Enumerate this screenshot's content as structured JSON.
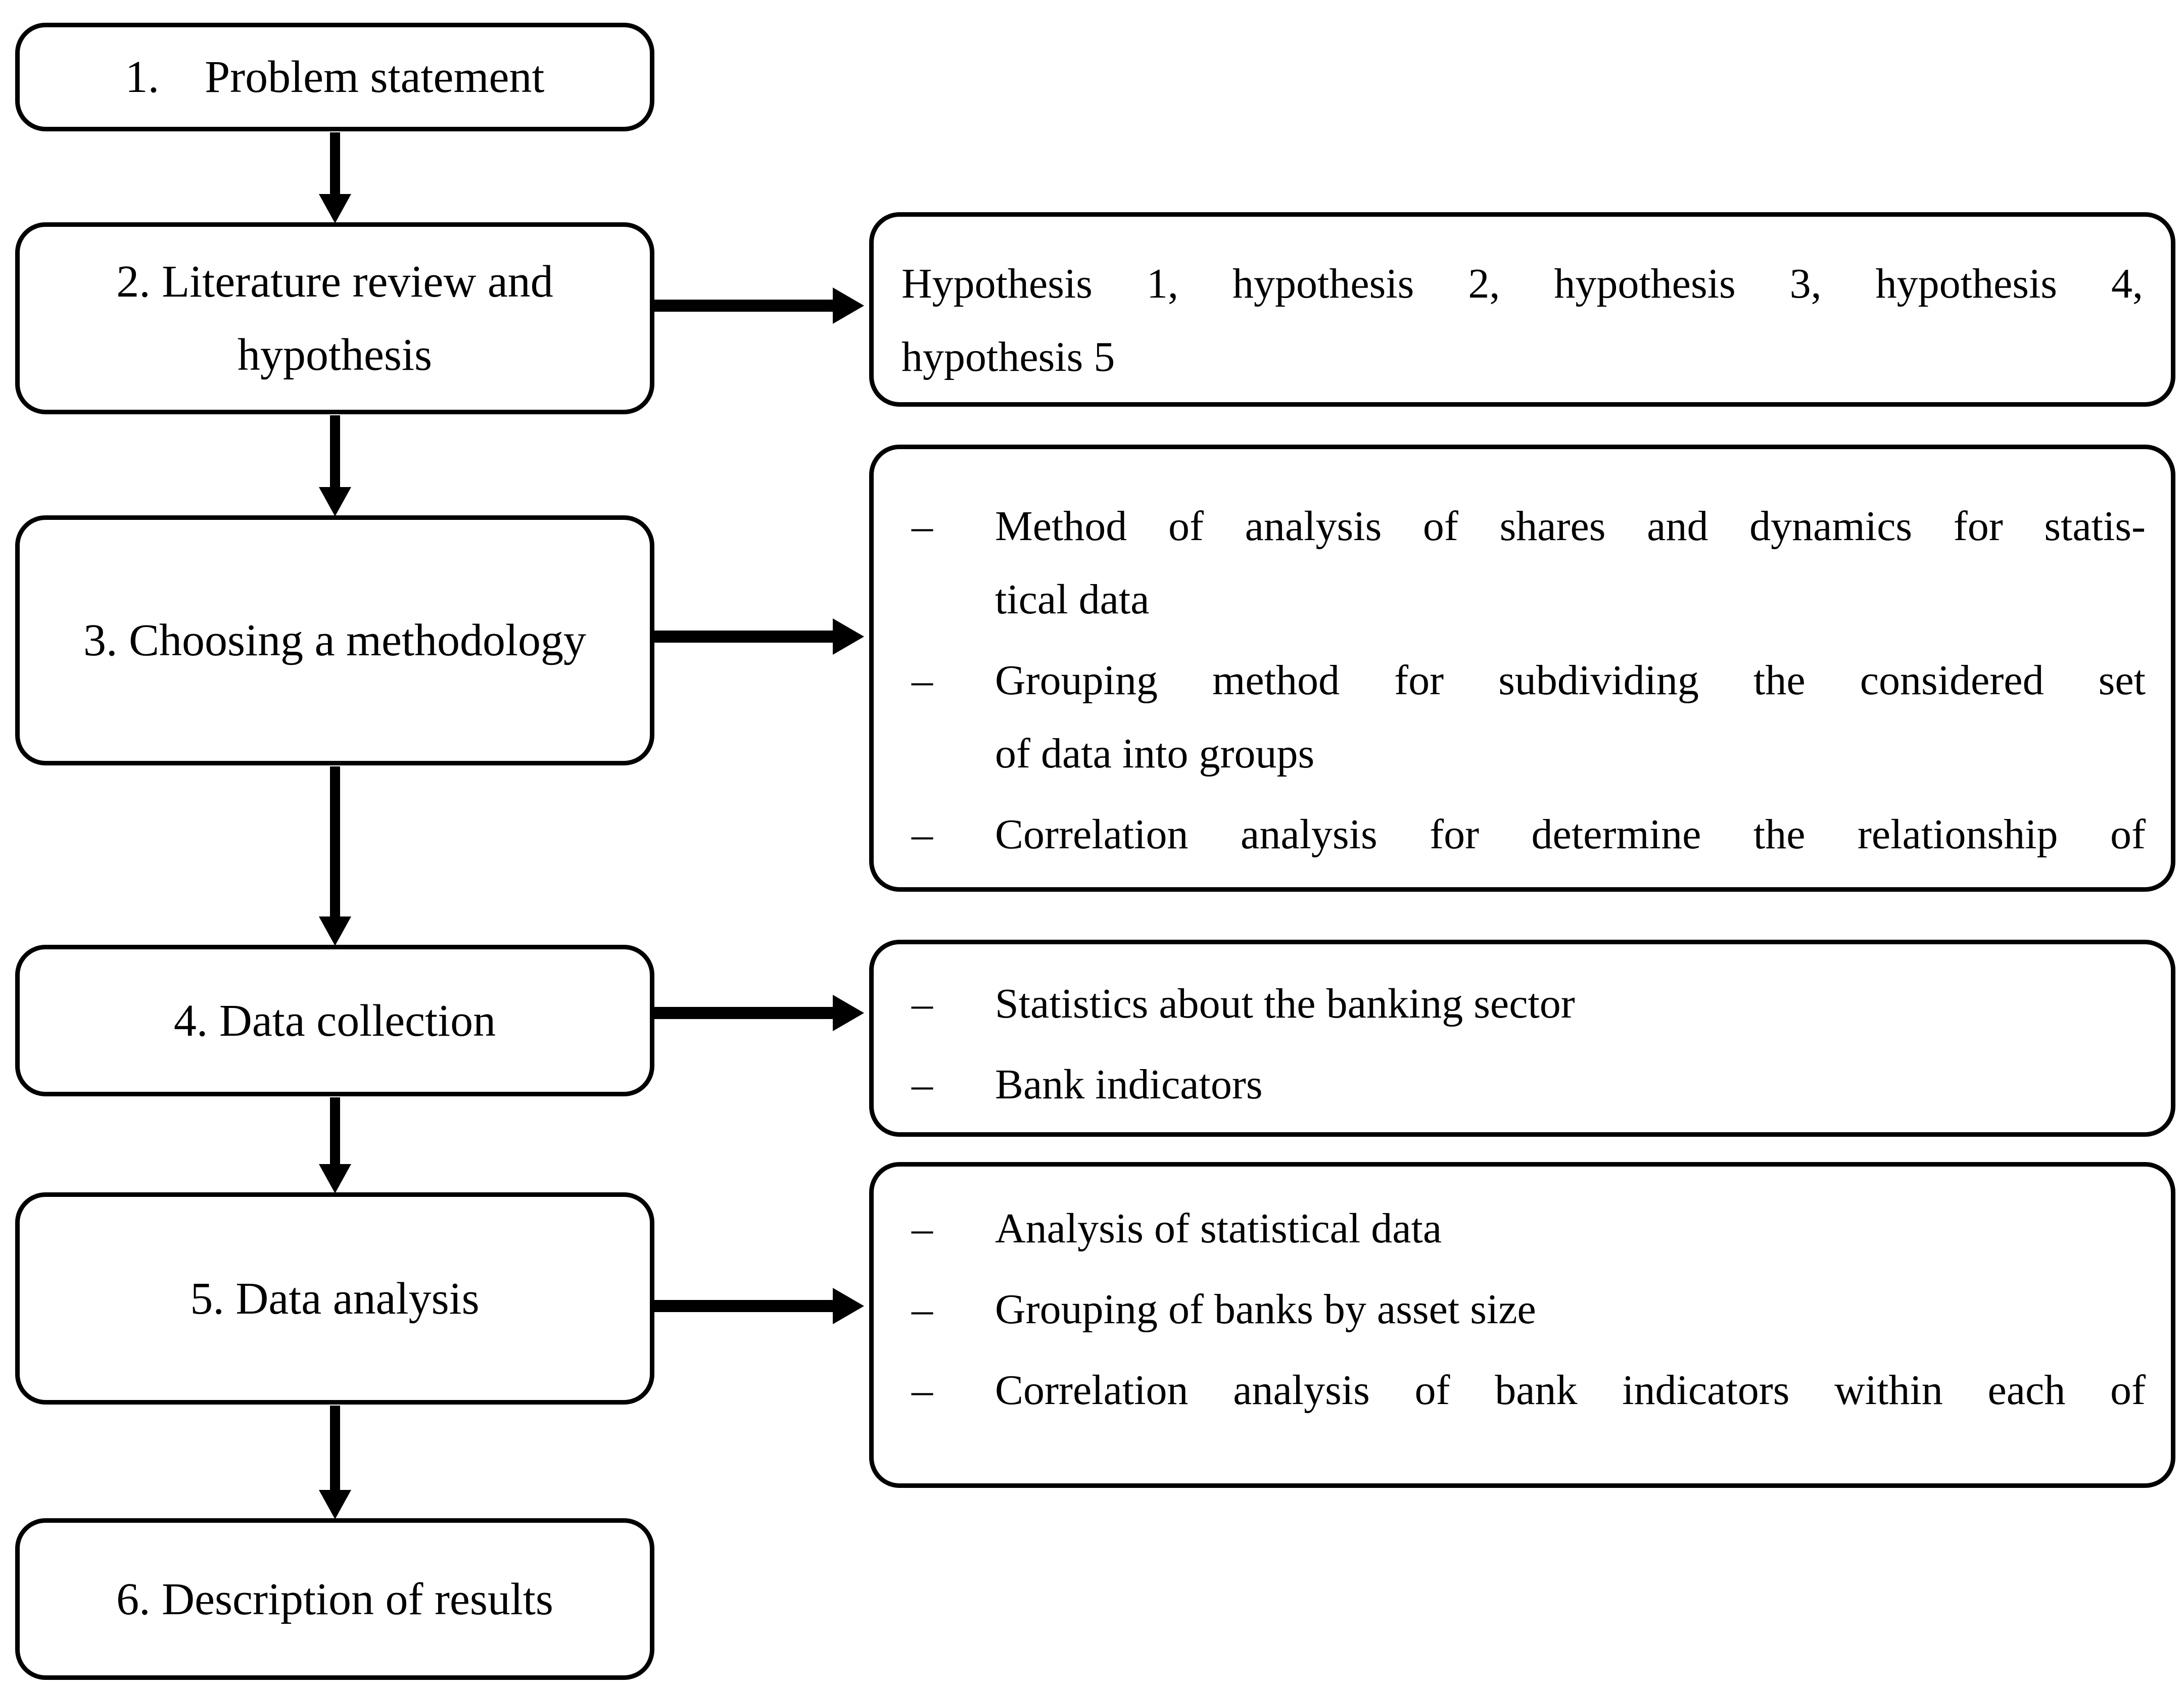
{
  "diagram": {
    "title": "Research process flowchart",
    "colors": {
      "ink": "#000000",
      "background": "#ffffff"
    },
    "dash": "–",
    "left_boxes": [
      {
        "name": "problem-statement",
        "lines": [
          "1.  Problem statement"
        ]
      },
      {
        "name": "literature-review",
        "lines": [
          "2. Literature review and",
          "hypothesis"
        ]
      },
      {
        "name": "choosing-methodology",
        "lines": [
          "3. Choosing a methodology"
        ]
      },
      {
        "name": "data-collection",
        "lines": [
          "4. Data collection"
        ]
      },
      {
        "name": "data-analysis",
        "lines": [
          "5. Data analysis"
        ]
      },
      {
        "name": "description-of-results",
        "lines": [
          "6. Description of results"
        ]
      }
    ],
    "right_boxes": [
      {
        "name": "hypotheses",
        "items": [
          {
            "lines": [
              "Hypothesis 1, hypothesis 2, hypothesis 3, hypothesis 4,",
              "hypothesis 5"
            ]
          }
        ]
      },
      {
        "name": "methodology-methods",
        "items": [
          {
            "lines": [
              "Method of analysis of shares and dynamics for statis-",
              "tical data"
            ]
          },
          {
            "lines": [
              "Grouping method for subdividing the considered set",
              "of data into groups"
            ]
          },
          {
            "lines": [
              "Correlation analysis for determine the relationship of"
            ]
          }
        ]
      },
      {
        "name": "data-sources",
        "items": [
          {
            "lines": [
              "Statistics about the banking sector"
            ]
          },
          {
            "lines": [
              "Bank indicators"
            ]
          }
        ]
      },
      {
        "name": "analysis-steps",
        "items": [
          {
            "lines": [
              "Analysis of statistical data"
            ]
          },
          {
            "lines": [
              "Grouping of banks by asset size"
            ]
          },
          {
            "lines": [
              "Correlation analysis of bank indicators within each of"
            ]
          }
        ]
      }
    ]
  }
}
